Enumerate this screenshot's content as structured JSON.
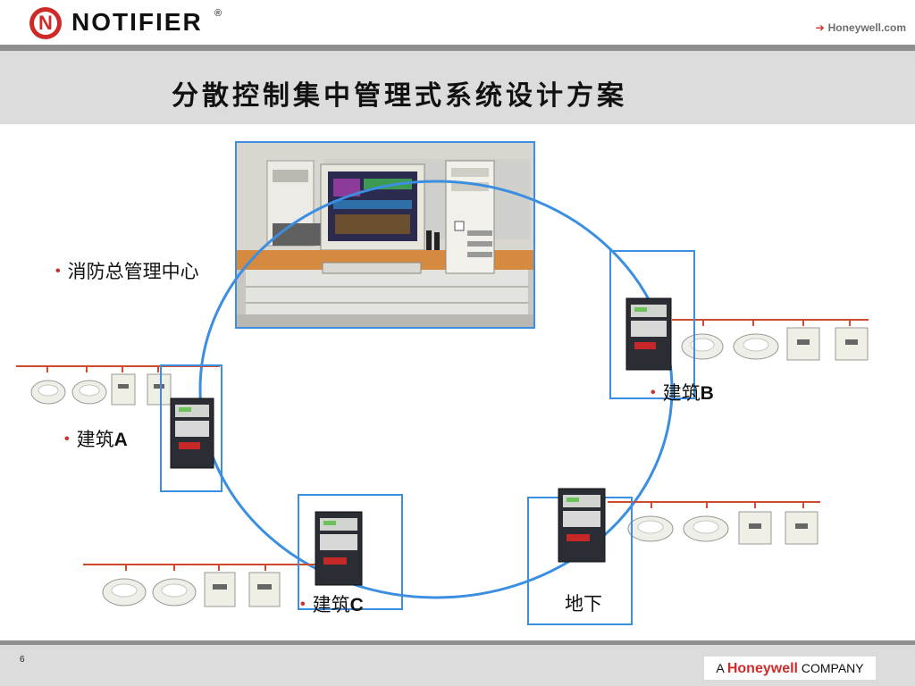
{
  "header": {
    "brand": "NOTIFIER",
    "registered_mark": "®",
    "link_arrow": "➔",
    "link_label": "Honeywell.com"
  },
  "slide": {
    "title": "分散控制集中管理式系统设计方案",
    "page_number": "6"
  },
  "labels": {
    "control_center": "消防总管理中心",
    "building_a_prefix": "建筑",
    "building_a_letter": "A",
    "building_b_prefix": "建筑",
    "building_b_letter": "B",
    "building_c_prefix": "建筑",
    "building_c_letter": "C",
    "underground": "地下"
  },
  "footer": {
    "company_prefix": "A",
    "company_brand": "Honeywell",
    "company_suffix": "COMPANY"
  },
  "colors": {
    "accent_blue": "#3b8ee0",
    "wire_red": "#cf4b2f",
    "bullet_red": "#d12c2c",
    "band_gray": "#dcdcdc",
    "bar_gray": "#8f8f8f"
  }
}
